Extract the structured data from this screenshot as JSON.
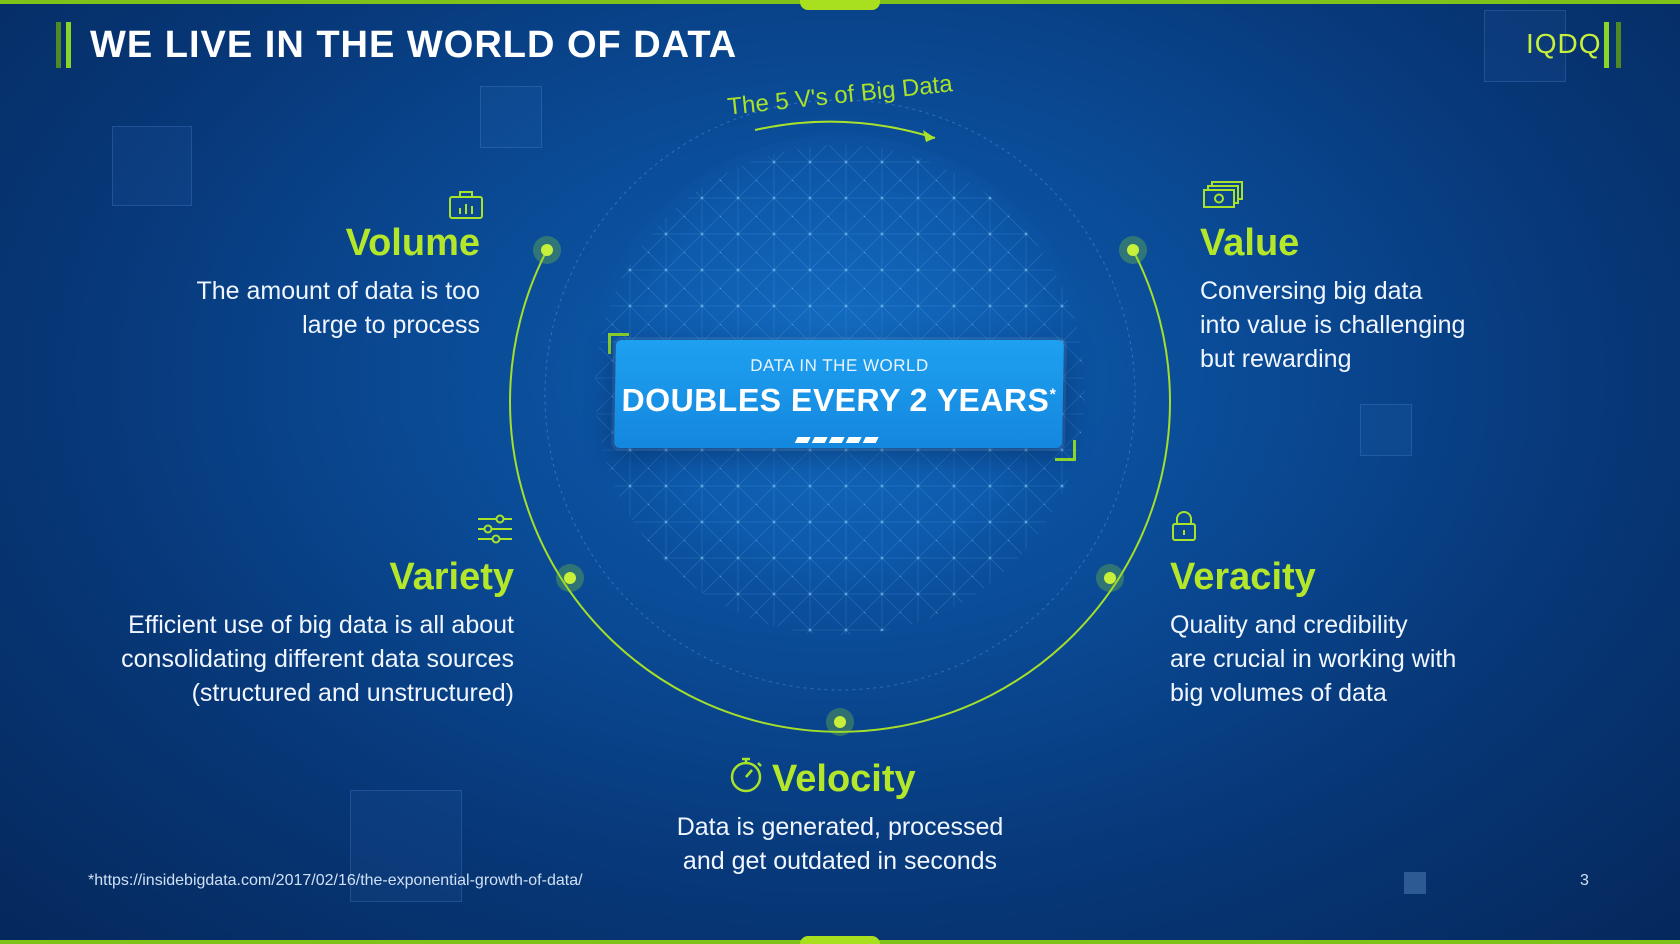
{
  "header": {
    "title": "WE LIVE IN THE WORLD OF DATA",
    "logo": "IQDQ"
  },
  "diagram": {
    "arc_label": "The 5 V's of Big Data",
    "banner": {
      "subtitle": "DATA IN THE WORLD",
      "headline": "DOUBLES EVERY 2 YEARS",
      "marker": "*"
    },
    "items": {
      "volume": {
        "title": "Volume",
        "text_lines": [
          "The amount of data is too",
          "large to process"
        ],
        "icon": "briefcase-chart-icon"
      },
      "value": {
        "title": "Value",
        "text_lines": [
          "Conversing big data",
          "into value is challenging",
          "but rewarding"
        ],
        "icon": "money-stack-icon"
      },
      "variety": {
        "title": "Variety",
        "text_lines": [
          "Efficient use of big data is all about",
          "consolidating different data sources",
          "(structured and unstructured)"
        ],
        "icon": "sliders-icon"
      },
      "veracity": {
        "title": "Veracity",
        "text_lines": [
          "Quality and credibility",
          "are crucial in working with",
          "big volumes of data"
        ],
        "icon": "lock-icon"
      },
      "velocity": {
        "title": "Velocity",
        "text_lines": [
          "Data is generated, processed",
          "and get outdated in seconds"
        ],
        "icon": "stopwatch-icon"
      }
    }
  },
  "footer": {
    "footnote": "*https://insidebigdata.com/2017/02/16/the-exponential-growth-of-data/",
    "page_number": "3"
  },
  "colors": {
    "accent": "#b4e62a",
    "background": "#0a4a95",
    "banner": "#1a96ea"
  }
}
